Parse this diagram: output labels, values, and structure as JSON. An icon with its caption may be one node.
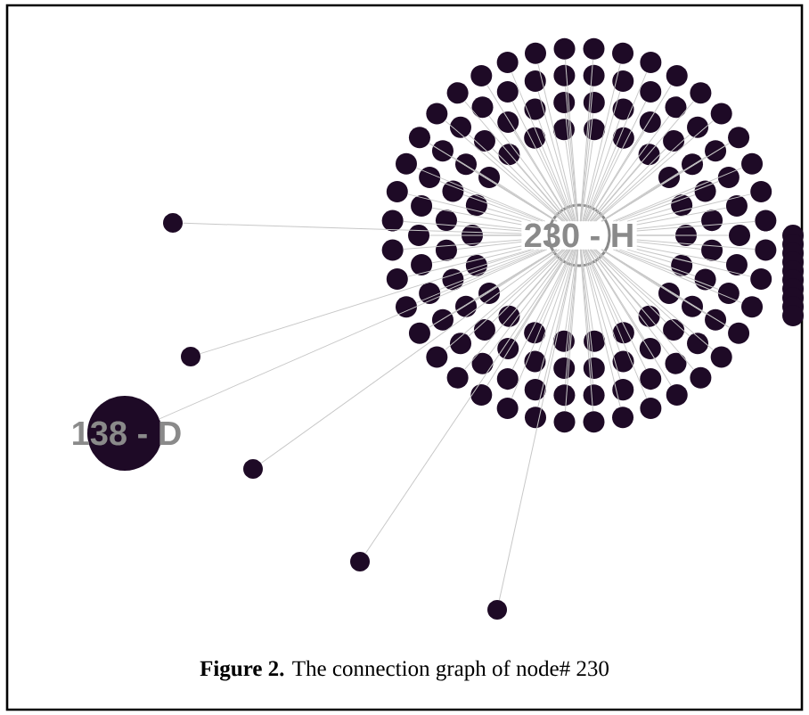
{
  "diagram": {
    "caption": "**Figure 2.** The connection graph of node# 230",
    "nodes": [
      {
        "text": [
          "230 - H"
        ]
      },
      {
        "text": [
          "138 - D"
        ]
      },
      {
        "text": [],
        "shape": "circle"
      },
      {
        "text": [],
        "shape": "circle"
      },
      {
        "text": [],
        "shape": "circle"
      },
      {
        "text": [],
        "shape": "circle"
      },
      {
        "text": [],
        "shape": "circle"
      },
      {
        "text": [],
        "shape": "circle"
      },
      {
        "text": [],
        "shape": "circle"
      },
      {
        "text": [],
        "shape": "circle"
      },
      {
        "text": [],
        "shape": "circle"
      },
      {
        "text": [],
        "shape": "circle"
      },
      {
        "text": [],
        "shape": "circle"
      },
      {
        "text": [],
        "shape": "circle"
      },
      {
        "text": [],
        "shape": "circle"
      },
      {
        "text": [],
        "shape": "circle"
      },
      {
        "text": [],
        "shape": "circle"
      },
      {
        "text": [],
        "shape": "circle"
      },
      {
        "text": [],
        "shape": "circle"
      },
      {
        "text": [],
        "shape": "circle"
      },
      {
        "text": [],
        "shape": "circle"
      },
      {
        "text": [],
        "shape": "circle"
      },
      {
        "text": [],
        "shape": "circle"
      },
      {
        "text": [],
        "shape": "circle"
      },
      {
        "text": [],
        "shape": "circle"
      },
      {
        "text": [],
        "shape": "circle"
      },
      {
        "text": [],
        "shape": "circle"
      },
      {
        "text": [],
        "shape": "circle"
      },
      {
        "text": [],
        "shape": "circle"
      },
      {
        "text": [],
        "shape": "circle"
      },
      {
        "text": [],
        "shape": "circle"
      },
      {
        "text": [],
        "shape": "circle"
      },
      {
        "text": [],
        "shape": "circle"
      },
      {
        "text": [],
        "shape": "circle"
      },
      {
        "text": [],
        "shape": "circle"
      },
      {
        "text": [],
        "shape": "circle"
      },
      {
        "text": [],
        "shape": "circle"
      },
      {
        "text": [],
        "shape": "circle"
      },
      {
        "text": [],
        "shape": "circle"
      },
      {
        "text": [],
        "shape": "circle"
      },
      {
        "text": [],
        "shape": "circle"
      },
      {
        "text": [],
        "shape": "circle"
      },
      {
        "text": [],
        "shape": "circle"
      },
      {
        "text": [],
        "shape": "circle"
      },
      {
        "text": [],
        "shape": "circle"
      },
      {
        "text": [],
        "shape": "circle"
      },
      {
        "text": [],
        "shape": "circle"
      },
      {
        "text": [],
        "shape": "circle"
      },
      {
        "text": [],
        "shape": "circle"
      },
      {
        "text": [],
        "shape": "circle"
      },
      {
        "text": [],
        "shape": "circle"
      },
      {
        "text": [],
        "shape": "circle"
      },
      {
        "text": [],
        "shape": "circle"
      },
      {
        "text": [],
        "shape": "circle"
      },
      {
        "text": [],
        "shape": "circle"
      },
      {
        "text": [],
        "shape": "circle"
      },
      {
        "text": [],
        "shape": "circle"
      },
      {
        "text": [],
        "shape": "circle"
      },
      {
        "text": [],
        "shape": "circle"
      },
      {
        "text": [],
        "shape": "circle"
      },
      {
        "text": [],
        "shape": "circle"
      },
      {
        "text": [],
        "shape": "circle"
      },
      {
        "text": [],
        "shape": "circle"
      },
      {
        "text": [],
        "shape": "circle"
      },
      {
        "text": [],
        "shape": "circle"
      },
      {
        "text": [],
        "shape": "circle"
      },
      {
        "text": [],
        "shape": "circle"
      },
      {
        "text": [],
        "shape": "circle"
      },
      {
        "text": [],
        "shape": "circle"
      },
      {
        "text": [],
        "shape": "circle"
      },
      {
        "text": [],
        "shape": "circle"
      },
      {
        "text": [],
        "shape": "circle"
      },
      {
        "text": [],
        "shape": "circle"
      },
      {
        "text": [],
        "shape": "circle"
      },
      {
        "text": [],
        "shape": "circle"
      },
      {
        "text": [],
        "shape": "circle"
      },
      {
        "text": [],
        "shape": "circle"
      },
      {
        "text": [],
        "shape": "circle"
      },
      {
        "text": [],
        "shape": "circle"
      },
      {
        "text": [],
        "shape": "circle"
      },
      {
        "text": [],
        "shape": "circle"
      },
      {
        "text": [],
        "shape": "circle"
      },
      {
        "text": [],
        "shape": "circle"
      },
      {
        "text": [],
        "shape": "circle"
      },
      {
        "text": [],
        "shape": "circle"
      },
      {
        "text": [],
        "shape": "circle"
      },
      {
        "text": [],
        "shape": "circle"
      },
      {
        "text": [],
        "shape": "circle"
      },
      {
        "text": [],
        "shape": "circle"
      },
      {
        "text": [],
        "shape": "circle"
      },
      {
        "text": [],
        "shape": "circle"
      },
      {
        "text": [],
        "shape": "circle"
      },
      {
        "text": [],
        "shape": "circle"
      },
      {
        "text": [],
        "shape": "circle"
      },
      {
        "text": [],
        "shape": "circle"
      },
      {
        "text": [],
        "shape": "circle"
      },
      {
        "text": [],
        "shape": "circle"
      },
      {
        "text": [],
        "shape": "circle"
      },
      {
        "text": [],
        "shape": "circle"
      },
      {
        "text": [],
        "shape": "circle"
      },
      {
        "text": [],
        "shape": "circle"
      },
      {
        "text": [],
        "shape": "circle"
      },
      {
        "text": [],
        "shape": "circle"
      },
      {
        "text": [],
        "shape": "circle"
      },
      {
        "text": [],
        "shape": "circle"
      },
      {
        "text": [],
        "shape": "circle"
      },
      {
        "text": [],
        "shape": "circle"
      },
      {
        "text": [],
        "shape": "circle"
      },
      {
        "text": [],
        "shape": "circle"
      },
      {
        "text": [],
        "shape": "circle"
      },
      {
        "text": [],
        "shape": "circle"
      },
      {
        "text": [],
        "shape": "circle"
      },
      {
        "text": [],
        "shape": "circle"
      },
      {
        "text": [],
        "shape": "circle"
      },
      {
        "text": [],
        "shape": "circle"
      },
      {
        "text": [],
        "shape": "circle"
      },
      {
        "text": [],
        "shape": "circle"
      },
      {
        "text": [],
        "shape": "circle"
      },
      {
        "text": [],
        "shape": "circle"
      },
      {
        "text": [],
        "shape": "circle"
      },
      {
        "text": [],
        "shape": "circle"
      },
      {
        "text": [],
        "shape": "circle"
      },
      {
        "text": [],
        "shape": "circle"
      },
      {
        "text": [],
        "shape": "circle"
      },
      {
        "text": [],
        "shape": "circle"
      },
      {
        "text": [],
        "shape": "circle"
      },
      {
        "text": [],
        "shape": "circle"
      },
      {
        "text": [],
        "shape": "circle"
      },
      {
        "text": [],
        "shape": "circle"
      },
      {
        "text": [],
        "shape": "circle"
      },
      {
        "text": [],
        "shape": "circle"
      },
      {
        "text": [],
        "shape": "circle"
      },
      {
        "text": [],
        "shape": "circle"
      },
      {
        "text": [],
        "shape": "circle"
      },
      {
        "text": [],
        "shape": "circle"
      },
      {
        "text": [],
        "shape": "circle"
      },
      {
        "text": [],
        "shape": "circle"
      },
      {
        "text": [],
        "shape": "circle"
      },
      {
        "text": [],
        "shape": "circle"
      },
      {
        "text": [],
        "shape": "circle"
      },
      {
        "text": [],
        "shape": "circle"
      }
    ],
    "edges": [
      {
        "from": 0,
        "to": 1,
        "arrow": "none"
      },
      {
        "from": 0,
        "to": 2,
        "arrow": "none"
      },
      {
        "from": 0,
        "to": 3,
        "arrow": "none"
      },
      {
        "from": 0,
        "to": 4,
        "arrow": "none"
      },
      {
        "from": 0,
        "to": 5,
        "arrow": "none"
      },
      {
        "from": 0,
        "to": 6,
        "arrow": "none"
      },
      {
        "from": 0,
        "to": 7,
        "arrow": "none"
      },
      {
        "from": 0,
        "to": 8,
        "arrow": "none"
      },
      {
        "from": 0,
        "to": 9,
        "arrow": "none"
      },
      {
        "from": 0,
        "to": 10,
        "arrow": "none"
      },
      {
        "from": 0,
        "to": 11,
        "arrow": "none"
      },
      {
        "from": 0,
        "to": 12,
        "arrow": "none"
      },
      {
        "from": 0,
        "to": 13,
        "arrow": "none"
      },
      {
        "from": 0,
        "to": 14,
        "arrow": "none"
      },
      {
        "from": 0,
        "to": 15,
        "arrow": "none"
      },
      {
        "from": 0,
        "to": 16,
        "arrow": "none"
      },
      {
        "from": 0,
        "to": 17,
        "arrow": "none"
      },
      {
        "from": 0,
        "to": 18,
        "arrow": "none"
      },
      {
        "from": 0,
        "to": 19,
        "arrow": "none"
      },
      {
        "from": 0,
        "to": 20,
        "arrow": "none"
      },
      {
        "from": 0,
        "to": 21,
        "arrow": "none"
      },
      {
        "from": 0,
        "to": 22,
        "arrow": "none"
      },
      {
        "from": 0,
        "to": 23,
        "arrow": "none"
      },
      {
        "from": 0,
        "to": 24,
        "arrow": "none"
      },
      {
        "from": 0,
        "to": 25,
        "arrow": "none"
      },
      {
        "from": 0,
        "to": 26,
        "arrow": "none"
      },
      {
        "from": 0,
        "to": 27,
        "arrow": "none"
      },
      {
        "from": 0,
        "to": 28,
        "arrow": "none"
      },
      {
        "from": 0,
        "to": 29,
        "arrow": "none"
      },
      {
        "from": 0,
        "to": 30,
        "arrow": "none"
      },
      {
        "from": 0,
        "to": 31,
        "arrow": "none"
      },
      {
        "from": 0,
        "to": 32,
        "arrow": "none"
      },
      {
        "from": 0,
        "to": 33,
        "arrow": "none"
      },
      {
        "from": 0,
        "to": 34,
        "arrow": "none"
      },
      {
        "from": 0,
        "to": 35,
        "arrow": "none"
      },
      {
        "from": 0,
        "to": 36,
        "arrow": "none"
      },
      {
        "from": 0,
        "to": 37,
        "arrow": "none"
      },
      {
        "from": 0,
        "to": 38,
        "arrow": "none"
      },
      {
        "from": 0,
        "to": 39,
        "arrow": "none"
      },
      {
        "from": 0,
        "to": 40,
        "arrow": "none"
      },
      {
        "from": 0,
        "to": 41,
        "arrow": "none"
      },
      {
        "from": 0,
        "to": 42,
        "arrow": "none"
      },
      {
        "from": 0,
        "to": 43,
        "arrow": "none"
      },
      {
        "from": 0,
        "to": 44,
        "arrow": "none"
      },
      {
        "from": 0,
        "to": 45,
        "arrow": "none"
      },
      {
        "from": 0,
        "to": 46,
        "arrow": "none"
      },
      {
        "from": 0,
        "to": 47,
        "arrow": "none"
      },
      {
        "from": 0,
        "to": 48,
        "arrow": "none"
      },
      {
        "from": 0,
        "to": 49,
        "arrow": "none"
      },
      {
        "from": 0,
        "to": 50,
        "arrow": "none"
      },
      {
        "from": 0,
        "to": 51,
        "arrow": "none"
      },
      {
        "from": 0,
        "to": 52,
        "arrow": "none"
      },
      {
        "from": 0,
        "to": 53,
        "arrow": "none"
      },
      {
        "from": 0,
        "to": 54,
        "arrow": "none"
      },
      {
        "from": 0,
        "to": 55,
        "arrow": "none"
      },
      {
        "from": 0,
        "to": 56,
        "arrow": "none"
      },
      {
        "from": 0,
        "to": 57,
        "arrow": "none"
      },
      {
        "from": 0,
        "to": 58,
        "arrow": "none"
      },
      {
        "from": 0,
        "to": 59,
        "arrow": "none"
      },
      {
        "from": 0,
        "to": 60,
        "arrow": "none"
      },
      {
        "from": 0,
        "to": 61,
        "arrow": "none"
      },
      {
        "from": 0,
        "to": 62,
        "arrow": "none"
      },
      {
        "from": 0,
        "to": 63,
        "arrow": "none"
      },
      {
        "from": 0,
        "to": 64,
        "arrow": "none"
      },
      {
        "from": 0,
        "to": 65,
        "arrow": "none"
      },
      {
        "from": 0,
        "to": 66,
        "arrow": "none"
      },
      {
        "from": 0,
        "to": 67,
        "arrow": "none"
      },
      {
        "from": 0,
        "to": 68,
        "arrow": "none"
      },
      {
        "from": 0,
        "to": 69,
        "arrow": "none"
      },
      {
        "from": 0,
        "to": 70,
        "arrow": "none"
      },
      {
        "from": 0,
        "to": 71,
        "arrow": "none"
      },
      {
        "from": 0,
        "to": 72,
        "arrow": "none"
      },
      {
        "from": 0,
        "to": 73,
        "arrow": "none"
      },
      {
        "from": 0,
        "to": 74,
        "arrow": "none"
      },
      {
        "from": 0,
        "to": 75,
        "arrow": "none"
      },
      {
        "from": 0,
        "to": 76,
        "arrow": "none"
      },
      {
        "from": 0,
        "to": 77,
        "arrow": "none"
      },
      {
        "from": 0,
        "to": 78,
        "arrow": "none"
      },
      {
        "from": 0,
        "to": 79,
        "arrow": "none"
      },
      {
        "from": 0,
        "to": 80,
        "arrow": "none"
      },
      {
        "from": 0,
        "to": 81,
        "arrow": "none"
      },
      {
        "from": 0,
        "to": 82,
        "arrow": "none"
      },
      {
        "from": 0,
        "to": 83,
        "arrow": "none"
      },
      {
        "from": 0,
        "to": 84,
        "arrow": "none"
      },
      {
        "from": 0,
        "to": 85,
        "arrow": "none"
      },
      {
        "from": 0,
        "to": 86,
        "arrow": "none"
      },
      {
        "from": 0,
        "to": 87,
        "arrow": "none"
      },
      {
        "from": 0,
        "to": 88,
        "arrow": "none"
      },
      {
        "from": 0,
        "to": 89,
        "arrow": "none"
      },
      {
        "from": 0,
        "to": 90,
        "arrow": "none"
      },
      {
        "from": 0,
        "to": 91,
        "arrow": "none"
      },
      {
        "from": 0,
        "to": 92,
        "arrow": "none"
      },
      {
        "from": 0,
        "to": 93,
        "arrow": "none"
      },
      {
        "from": 0,
        "to": 94,
        "arrow": "none"
      },
      {
        "from": 0,
        "to": 95,
        "arrow": "none"
      },
      {
        "from": 0,
        "to": 96,
        "arrow": "none"
      },
      {
        "from": 0,
        "to": 97,
        "arrow": "none"
      },
      {
        "from": 0,
        "to": 98,
        "arrow": "none"
      },
      {
        "from": 0,
        "to": 99,
        "arrow": "none"
      },
      {
        "from": 0,
        "to": 100,
        "arrow": "none"
      },
      {
        "from": 0,
        "to": 101,
        "arrow": "none"
      },
      {
        "from": 0,
        "to": 102,
        "arrow": "none"
      },
      {
        "from": 0,
        "to": 103,
        "arrow": "none"
      },
      {
        "from": 0,
        "to": 104,
        "arrow": "none"
      },
      {
        "from": 0,
        "to": 105,
        "arrow": "none"
      },
      {
        "from": 0,
        "to": 106,
        "arrow": "none"
      },
      {
        "from": 0,
        "to": 107,
        "arrow": "none"
      },
      {
        "from": 0,
        "to": 108,
        "arrow": "none"
      },
      {
        "from": 0,
        "to": 109,
        "arrow": "none"
      },
      {
        "from": 0,
        "to": 110,
        "arrow": "none"
      },
      {
        "from": 0,
        "to": 111,
        "arrow": "none"
      },
      {
        "from": 0,
        "to": 112,
        "arrow": "none"
      },
      {
        "from": 0,
        "to": 113,
        "arrow": "none"
      },
      {
        "from": 0,
        "to": 114,
        "arrow": "none"
      },
      {
        "from": 0,
        "to": 115,
        "arrow": "none"
      },
      {
        "from": 0,
        "to": 116,
        "arrow": "none"
      },
      {
        "from": 0,
        "to": 117,
        "arrow": "none"
      },
      {
        "from": 0,
        "to": 118,
        "arrow": "none"
      },
      {
        "from": 0,
        "to": 119,
        "arrow": "none"
      },
      {
        "from": 0,
        "to": 120,
        "arrow": "none"
      },
      {
        "from": 0,
        "to": 121,
        "arrow": "none"
      },
      {
        "from": 0,
        "to": 122,
        "arrow": "none"
      },
      {
        "from": 0,
        "to": 123,
        "arrow": "none"
      },
      {
        "from": 0,
        "to": 124,
        "arrow": "none"
      },
      {
        "from": 0,
        "to": 125,
        "arrow": "none"
      },
      {
        "from": 0,
        "to": 126,
        "arrow": "none"
      },
      {
        "from": 0,
        "to": 127,
        "arrow": "none"
      },
      {
        "from": 0,
        "to": 128,
        "arrow": "none"
      },
      {
        "from": 0,
        "to": 129,
        "arrow": "none"
      },
      {
        "from": 0,
        "to": 130,
        "arrow": "none"
      }
    ]
  }
}
